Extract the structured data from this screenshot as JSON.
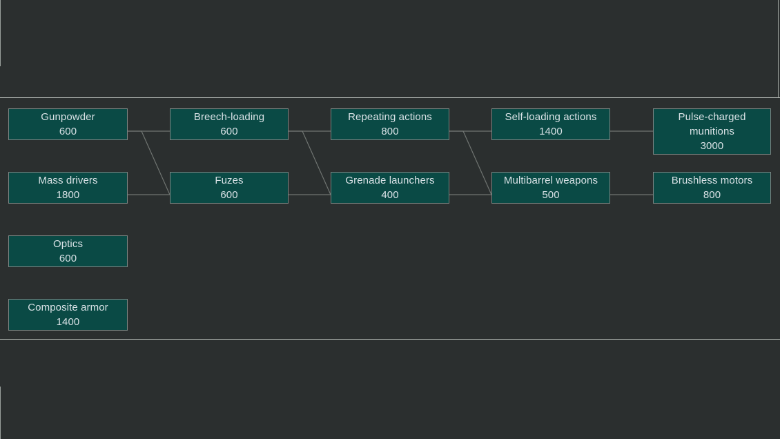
{
  "theme": {
    "background": "#2b2f2f",
    "node_fill": "#0a4a45",
    "node_border": "#7c8482",
    "node_text": "#d9e2e6",
    "rule_color": "#b3b8b4",
    "edge_color": "#6f7471"
  },
  "tech_tree": {
    "columns": [
      {
        "index": 0,
        "nodes": [
          {
            "name": "Gunpowder",
            "cost": "600"
          },
          {
            "name": "Mass drivers",
            "cost": "1800"
          },
          {
            "name": "Optics",
            "cost": "600"
          },
          {
            "name": "Composite armor",
            "cost": "1400"
          }
        ]
      },
      {
        "index": 1,
        "nodes": [
          {
            "name": "Breech-loading",
            "cost": "600"
          },
          {
            "name": "Fuzes",
            "cost": "600"
          }
        ]
      },
      {
        "index": 2,
        "nodes": [
          {
            "name": "Repeating actions",
            "cost": "800"
          },
          {
            "name": "Grenade launchers",
            "cost": "400"
          }
        ]
      },
      {
        "index": 3,
        "nodes": [
          {
            "name": "Self-loading actions",
            "cost": "1400"
          },
          {
            "name": "Multibarrel weapons",
            "cost": "500"
          }
        ]
      },
      {
        "index": 4,
        "nodes": [
          {
            "name": "Pulse-charged munitions",
            "cost": "3000"
          },
          {
            "name": "Brushless motors",
            "cost": "800"
          }
        ]
      }
    ],
    "nodes_flat": [
      {
        "id": "gunpowder",
        "name": "Gunpowder",
        "cost": "600"
      },
      {
        "id": "mass-drivers",
        "name": "Mass drivers",
        "cost": "1800"
      },
      {
        "id": "optics",
        "name": "Optics",
        "cost": "600"
      },
      {
        "id": "composite-armor",
        "name": "Composite armor",
        "cost": "1400"
      },
      {
        "id": "breech-loading",
        "name": "Breech-loading",
        "cost": "600"
      },
      {
        "id": "fuzes",
        "name": "Fuzes",
        "cost": "600"
      },
      {
        "id": "repeating",
        "name": "Repeating actions",
        "cost": "800"
      },
      {
        "id": "grenade",
        "name": "Grenade launchers",
        "cost": "400"
      },
      {
        "id": "self-loading",
        "name": "Self-loading actions",
        "cost": "1400"
      },
      {
        "id": "multibarrel",
        "name": "Multibarrel weapons",
        "cost": "500"
      },
      {
        "id": "pulse-munitions",
        "name_line1": "Pulse-charged",
        "name_line2": "munitions",
        "cost": "3000"
      },
      {
        "id": "brushless",
        "name": "Brushless motors",
        "cost": "800"
      }
    ],
    "edges": [
      {
        "from": "gunpowder",
        "to": "breech-loading"
      },
      {
        "from": "gunpowder",
        "to": "fuzes"
      },
      {
        "from": "mass-drivers",
        "to": "fuzes"
      },
      {
        "from": "breech-loading",
        "to": "repeating"
      },
      {
        "from": "breech-loading",
        "to": "grenade"
      },
      {
        "from": "fuzes",
        "to": "grenade"
      },
      {
        "from": "repeating",
        "to": "self-loading"
      },
      {
        "from": "repeating",
        "to": "multibarrel"
      },
      {
        "from": "grenade",
        "to": "multibarrel"
      },
      {
        "from": "self-loading",
        "to": "pulse-munitions"
      },
      {
        "from": "multibarrel",
        "to": "brushless"
      }
    ]
  }
}
